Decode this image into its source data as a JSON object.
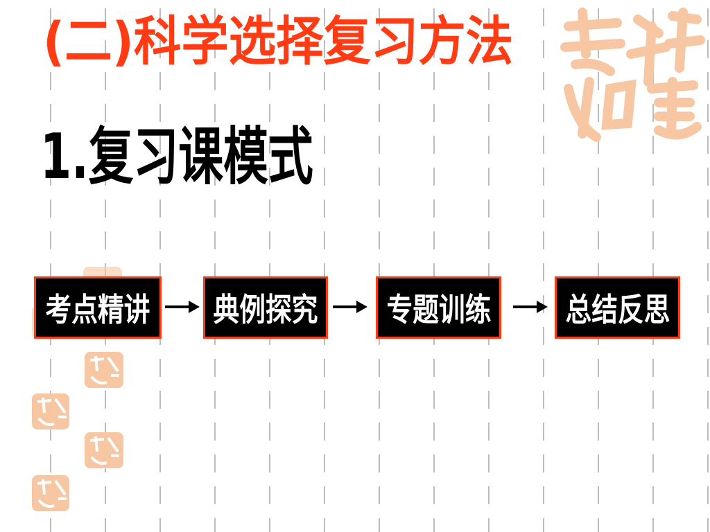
{
  "slide": {
    "title": "(二)科学选择复习方法",
    "subtitle": "1.复习课模式"
  },
  "flow": {
    "steps": [
      "考点精讲",
      "典例探究",
      "专题训练",
      "总结反思"
    ]
  },
  "colors": {
    "title": "#ff3b14",
    "box_border": "#ff3b14",
    "box_fill": "#000000",
    "box_text": "#ffffff",
    "grid": "#bdbdbd",
    "seal": "#f6c7a2"
  },
  "icons": {
    "seal_watermark": "吉祥如意-seal-icon",
    "arrow": "right-arrow-icon"
  }
}
